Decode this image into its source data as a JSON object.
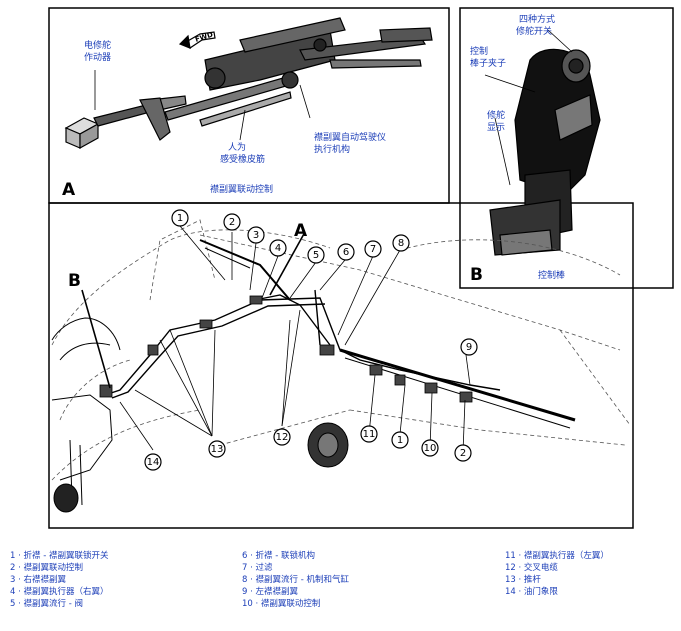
{
  "panel_a": {
    "letter": "A",
    "fwd": "FWD",
    "label_actuator": [
      "电修舵",
      "作动器"
    ],
    "label_bungee": [
      "人为",
      "感受橡皮筋"
    ],
    "label_autopilot": [
      "襟副翼自动驾驶仪",
      "执行机构"
    ],
    "caption": "襟副翼联动控制"
  },
  "panel_b": {
    "letter": "B",
    "label_switch": [
      "四种方式",
      "修舵开关"
    ],
    "label_clamp": [
      "控制",
      "棒子夹子"
    ],
    "label_display": [
      "修舵",
      "显示"
    ],
    "caption": "控制棒"
  },
  "main": {
    "callouts": [
      "1",
      "2",
      "3",
      "4",
      "5",
      "6",
      "7",
      "8",
      "9",
      "10",
      "11",
      "12",
      "13",
      "14",
      "1",
      "2"
    ],
    "letter_a": "A",
    "letter_b": "B"
  },
  "legend": {
    "col1": [
      "1 · 折襟 - 襟副翼联锁开关",
      "2 · 襟副翼联动控制",
      "3 · 右襟襟副翼",
      "4 · 襟副翼执行器（右翼）",
      "5 · 襟副翼流行 - 阀"
    ],
    "col2": [
      "6 · 折襟 - 联锁机构",
      "7 · 过滤",
      "8 · 襟副翼流行 - 机制和气缸",
      "9 · 左襟襟副翼",
      "10 · 襟副翼联动控制"
    ],
    "col3": [
      "11 · 襟副翼执行器（左翼）",
      "12 · 交叉电缆",
      "13 · 推杆",
      "14 · 油门象限"
    ]
  }
}
